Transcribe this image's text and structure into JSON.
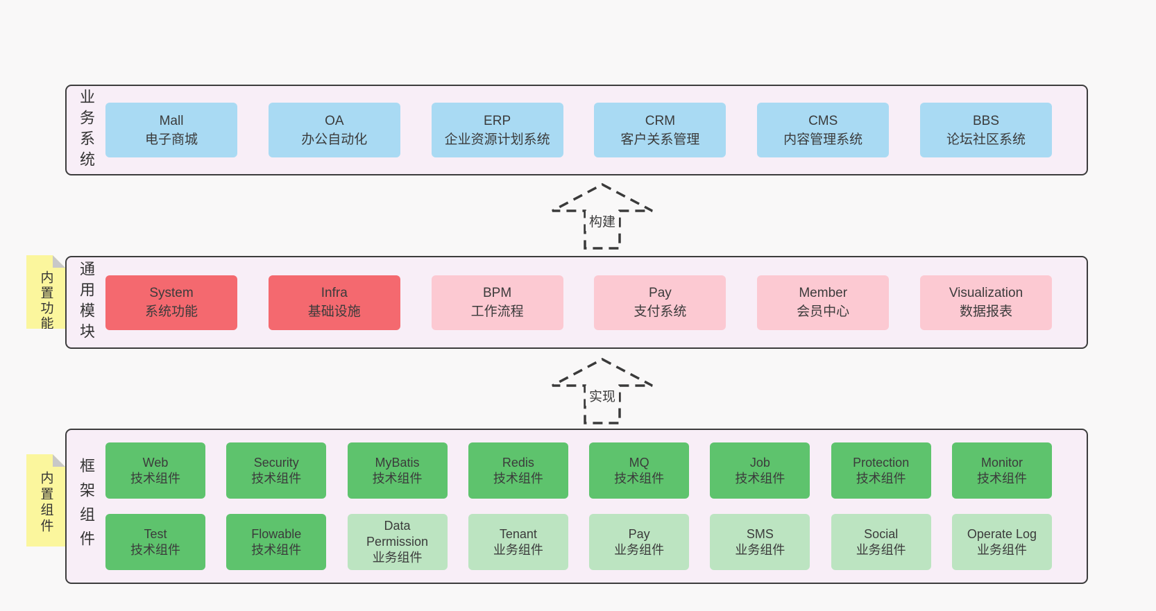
{
  "colors": {
    "page_bg": "#f9f8f8",
    "band_bg": "#f8eef7",
    "band_border": "#3c3c3c",
    "node_blue": "#a9daf3",
    "node_red": "#f4696f",
    "node_pink": "#fcc9d2",
    "node_green_dark": "#5ec36d",
    "node_green_light": "#bce4c1",
    "sticky_yellow": "#fbf69d",
    "sticky_fold": "#c8c8c8",
    "text": "#3b3b3b"
  },
  "arrows": [
    {
      "label": "构建"
    },
    {
      "label": "实现"
    }
  ],
  "bands": [
    {
      "label": "业务系统",
      "boxes": [
        {
          "title": "Mall",
          "subtitle": "电子商城"
        },
        {
          "title": "OA",
          "subtitle": "办公自动化"
        },
        {
          "title": "ERP",
          "subtitle": "企业资源计划系统"
        },
        {
          "title": "CRM",
          "subtitle": "客户关系管理"
        },
        {
          "title": "CMS",
          "subtitle": "内容管理系统"
        },
        {
          "title": "BBS",
          "subtitle": "论坛社区系统"
        }
      ]
    },
    {
      "label": "通用模块",
      "sticky": "内置功能",
      "boxes": [
        {
          "title": "System",
          "subtitle": "系统功能"
        },
        {
          "title": "Infra",
          "subtitle": "基础设施"
        },
        {
          "title": "BPM",
          "subtitle": "工作流程"
        },
        {
          "title": "Pay",
          "subtitle": "支付系统"
        },
        {
          "title": "Member",
          "subtitle": "会员中心"
        },
        {
          "title": "Visualization",
          "subtitle": "数据报表"
        }
      ]
    },
    {
      "label": "框架组件",
      "sticky": "内置组件",
      "rows": [
        [
          {
            "title": "Web",
            "subtitle": "技术组件"
          },
          {
            "title": "Security",
            "subtitle": "技术组件"
          },
          {
            "title": "MyBatis",
            "subtitle": "技术组件"
          },
          {
            "title": "Redis",
            "subtitle": "技术组件"
          },
          {
            "title": "MQ",
            "subtitle": "技术组件"
          },
          {
            "title": "Job",
            "subtitle": "技术组件"
          },
          {
            "title": "Protection",
            "subtitle": "技术组件"
          },
          {
            "title": "Monitor",
            "subtitle": "技术组件"
          }
        ],
        [
          {
            "title": "Test",
            "subtitle": "技术组件"
          },
          {
            "title": "Flowable",
            "subtitle": "技术组件"
          },
          {
            "title": "Data Permission",
            "subtitle": "业务组件"
          },
          {
            "title": "Tenant",
            "subtitle": "业务组件"
          },
          {
            "title": "Pay",
            "subtitle": "业务组件"
          },
          {
            "title": "SMS",
            "subtitle": "业务组件"
          },
          {
            "title": "Social",
            "subtitle": "业务组件"
          },
          {
            "title": "Operate Log",
            "subtitle": "业务组件"
          }
        ]
      ]
    }
  ]
}
